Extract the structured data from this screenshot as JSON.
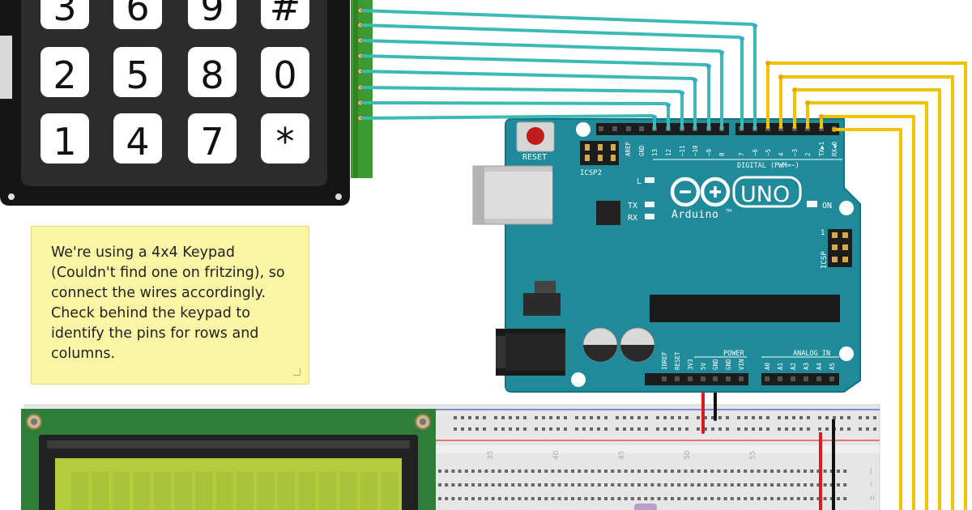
{
  "keypad": {
    "keys": [
      {
        "label": "3",
        "col": 0,
        "row": 0
      },
      {
        "label": "6",
        "col": 1,
        "row": 0
      },
      {
        "label": "9",
        "col": 2,
        "row": 0
      },
      {
        "label": "#",
        "col": 3,
        "row": 0
      },
      {
        "label": "2",
        "col": 0,
        "row": 1
      },
      {
        "label": "5",
        "col": 1,
        "row": 1
      },
      {
        "label": "8",
        "col": 2,
        "row": 1
      },
      {
        "label": "0",
        "col": 3,
        "row": 1
      },
      {
        "label": "1",
        "col": 0,
        "row": 2
      },
      {
        "label": "4",
        "col": 1,
        "row": 2
      },
      {
        "label": "7",
        "col": 2,
        "row": 2
      },
      {
        "label": "*",
        "col": 3,
        "row": 2
      }
    ]
  },
  "arduino": {
    "reset_label": "RESET",
    "icsp2_label": "ICSP2",
    "icsp_label": "ICSP",
    "aref_label": "AREF",
    "gnd_label": "GND",
    "digital_pins": [
      "13",
      "12",
      "~11",
      "~10",
      "~9",
      "8",
      "7",
      "~6",
      "~5",
      "4",
      "~3",
      "2",
      "TX▶1",
      "RX◀0"
    ],
    "digital_label": "DIGITAL (PWM=~)",
    "l_label": "L",
    "tx_label": "TX",
    "rx_label": "RX",
    "on_label": "ON",
    "logo_text": "UNO",
    "brand": "Arduino",
    "tm": "TM",
    "power_label": "POWER",
    "power_pins": [
      "IOREF",
      "RESET",
      "3V3",
      "5V",
      "GND",
      "GND",
      "VIN"
    ],
    "analog_label": "ANALOG IN",
    "analog_pins": [
      "A0",
      "A1",
      "A2",
      "A3",
      "A4",
      "A5"
    ],
    "icsp_pin_one": "1"
  },
  "note": {
    "text": "We're using a 4x4 Keypad (Couldn't find one on fritzing), so connect the wires accordingly. Check behind the keypad to identify the pins for rows and columns."
  },
  "breadboard": {
    "column_numbers": [
      "35",
      "40",
      "45",
      "50",
      "55"
    ],
    "row_letters": [
      "J",
      "I",
      "H"
    ]
  },
  "colors": {
    "board": "#1f8a99",
    "board_edge": "#137384",
    "keypad_body": "#2a2a2a",
    "wire_teal": "#3cb9b2",
    "wire_yellow": "#f2c200",
    "wire_red": "#d11e1e",
    "wire_black": "#111111",
    "lcd_pcb": "#2e7d3a",
    "lcd_screen": "#b4cc3c",
    "note_bg": "#fbf6a6"
  }
}
